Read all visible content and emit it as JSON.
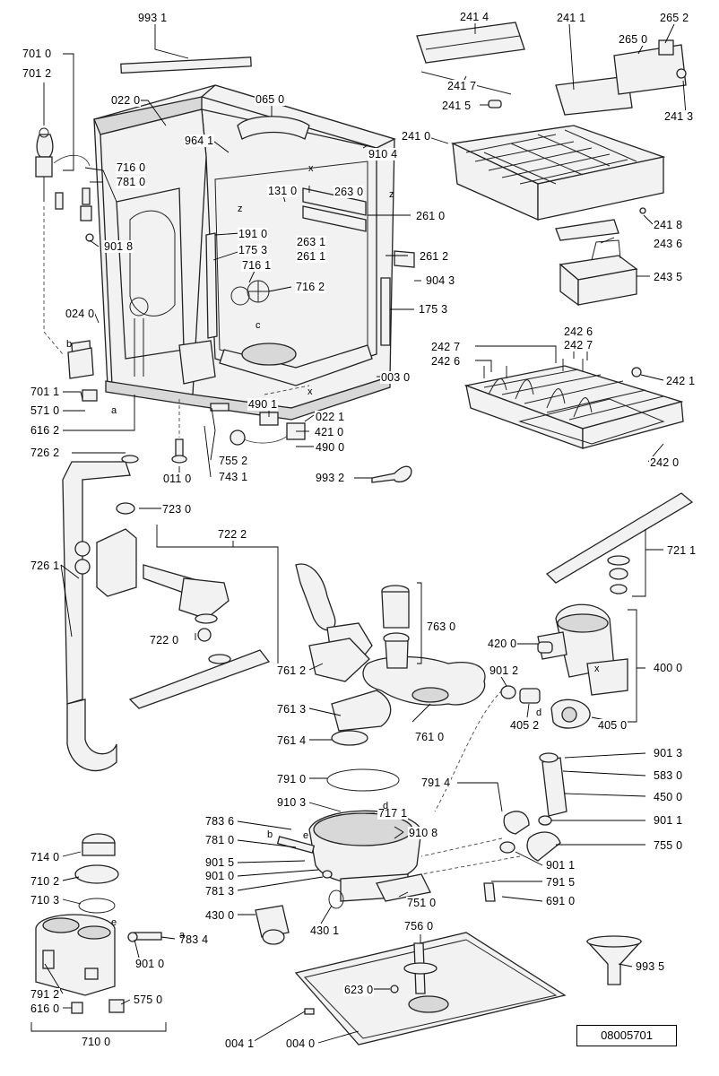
{
  "drawing_number": "08005701",
  "part_labels": {
    "p9931": "993 1",
    "p7010": "701 0",
    "p7012": "701 2",
    "p0220": "022 0",
    "p0650": "065 0",
    "p9641": "964 1",
    "p9104": "910 4",
    "p7160": "716 0",
    "p7810a": "781 0",
    "p1310": "131 0",
    "p1910": "191 0",
    "p1753a": "175 3",
    "p9018": "901 8",
    "p7161": "716 1",
    "p7162": "716 2",
    "p0240": "024 0",
    "p2630": "263 0",
    "p2610": "261 0",
    "p2631": "263 1",
    "p2611": "261 1",
    "p2612": "261 2",
    "p9043": "904 3",
    "p1753b": "175 3",
    "p0030": "003 0",
    "p7011": "701 1",
    "p5710": "571 0",
    "p6162a": "616 2",
    "p4901": "490 1",
    "p4210": "421 0",
    "p0221": "022 1",
    "p4900": "490 0",
    "p7552": "755 2",
    "p7431": "743 1",
    "p0110": "011 0",
    "p9932": "993 2",
    "p7262": "726 2",
    "p7230": "723 0",
    "p7222": "722 2",
    "p7261": "726 1",
    "p7220": "722 0",
    "p7612": "761 2",
    "p7613": "761 3",
    "p7614": "761 4",
    "p7610": "761 0",
    "p7630": "763 0",
    "p7910": "791 0",
    "p9103": "910 3",
    "p7171": "717 1",
    "p9108": "910 8",
    "p7914": "791 4",
    "p7836": "783 6",
    "p7810b": "781 0",
    "p9015": "901 5",
    "p9010a": "901 0",
    "p7813": "781 3",
    "p7510": "751 0",
    "p4300": "430 0",
    "p4301": "430 1",
    "p7140": "714 0",
    "p7102": "710 2",
    "p7103": "710 3",
    "p7834": "783 4",
    "p9010b": "901 0",
    "p7912": "791 2",
    "p6160": "616 0",
    "p5750": "575 0",
    "p7100": "710 0",
    "p0041": "004 1",
    "p0040": "004 0",
    "p6230": "623 0",
    "p7560": "756 0",
    "p9935": "993 5",
    "p2414": "241 4",
    "p2411": "241 1",
    "p2652": "265 2",
    "p2650": "265 0",
    "p2417": "241 7",
    "p2415": "241 5",
    "p2413": "241 3",
    "p2410": "241 0",
    "p2418": "241 8",
    "p2436": "243 6",
    "p2435": "243 5",
    "p2427a": "242 7",
    "p2426a": "242 6",
    "p2426b": "242 6",
    "p2427b": "242 7",
    "p2421": "242 1",
    "p2420": "242 0",
    "p7211": "721 1",
    "p4200": "420 0",
    "p4000": "400 0",
    "p9012": "901 2",
    "p4052": "405 2",
    "p4050": "405 0",
    "p9013": "901 3",
    "p5830": "583 0",
    "p4500": "450 0",
    "p9011a": "901 1",
    "p7550": "755 0",
    "p9011b": "901 1",
    "p7915": "791 5",
    "p6910": "691 0"
  },
  "callout_letters": {
    "b1": "b",
    "a1": "a",
    "z1": "z",
    "z2": "z",
    "x1": "x",
    "x2": "x",
    "c1": "c",
    "d1": "d",
    "d2": "d",
    "e1": "e",
    "e2": "e",
    "x3": "x",
    "b2": "b",
    "a2": "a"
  }
}
